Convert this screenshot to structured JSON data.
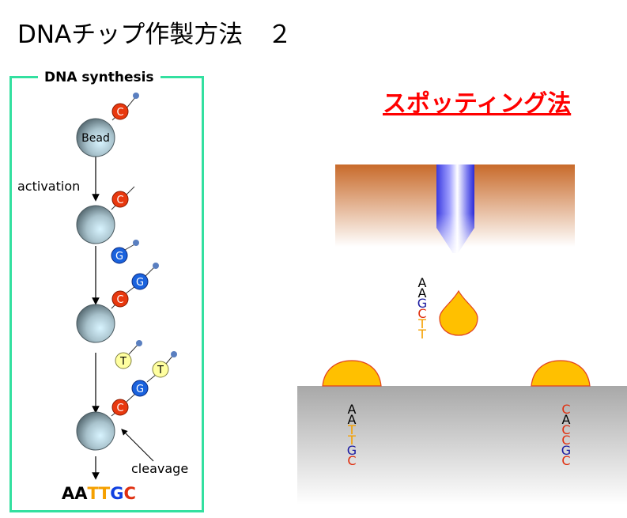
{
  "page": {
    "title": "DNAチップ作製方法　２"
  },
  "synthesis": {
    "box_title": "DNA synthesis",
    "bead_label": "Bead",
    "activation_label": "activation",
    "cleavage_label": "cleavage",
    "nucleotides": {
      "c": "C",
      "g": "G",
      "t": "T"
    },
    "result": [
      {
        "base": "A",
        "color": "#000000"
      },
      {
        "base": "A",
        "color": "#000000"
      },
      {
        "base": "T",
        "color": "#f5a000"
      },
      {
        "base": "T",
        "color": "#f5a000"
      },
      {
        "base": "G",
        "color": "#1040e0"
      },
      {
        "base": "C",
        "color": "#e03010"
      }
    ]
  },
  "spotting": {
    "title": "スポッティング法",
    "drop_sequence": [
      {
        "base": "A",
        "color": "#000000"
      },
      {
        "base": "A",
        "color": "#000000"
      },
      {
        "base": "G",
        "color": "#1a1aa0"
      },
      {
        "base": "C",
        "color": "#e03010"
      },
      {
        "base": "T",
        "color": "#f5a000"
      },
      {
        "base": "T",
        "color": "#f5a000"
      }
    ],
    "left_sequence": [
      {
        "base": "A",
        "color": "#000000"
      },
      {
        "base": "A",
        "color": "#000000"
      },
      {
        "base": "T",
        "color": "#f5a000"
      },
      {
        "base": "T",
        "color": "#f5a000"
      },
      {
        "base": "G",
        "color": "#1a1aa0"
      },
      {
        "base": "C",
        "color": "#e03010"
      }
    ],
    "right_sequence": [
      {
        "base": "C",
        "color": "#e03010"
      },
      {
        "base": "A",
        "color": "#000000"
      },
      {
        "base": "C",
        "color": "#e03010"
      },
      {
        "base": "C",
        "color": "#e03010"
      },
      {
        "base": "G",
        "color": "#1a1aa0"
      },
      {
        "base": "C",
        "color": "#e03010"
      }
    ]
  },
  "colors": {
    "box_border": "#33e0a0",
    "c_nucleotide": "#e8380e",
    "g_nucleotide": "#1a62dd",
    "t_nucleotide": "#ffffa0",
    "droplet": "#ffc000",
    "method_title": "#ff0000"
  }
}
